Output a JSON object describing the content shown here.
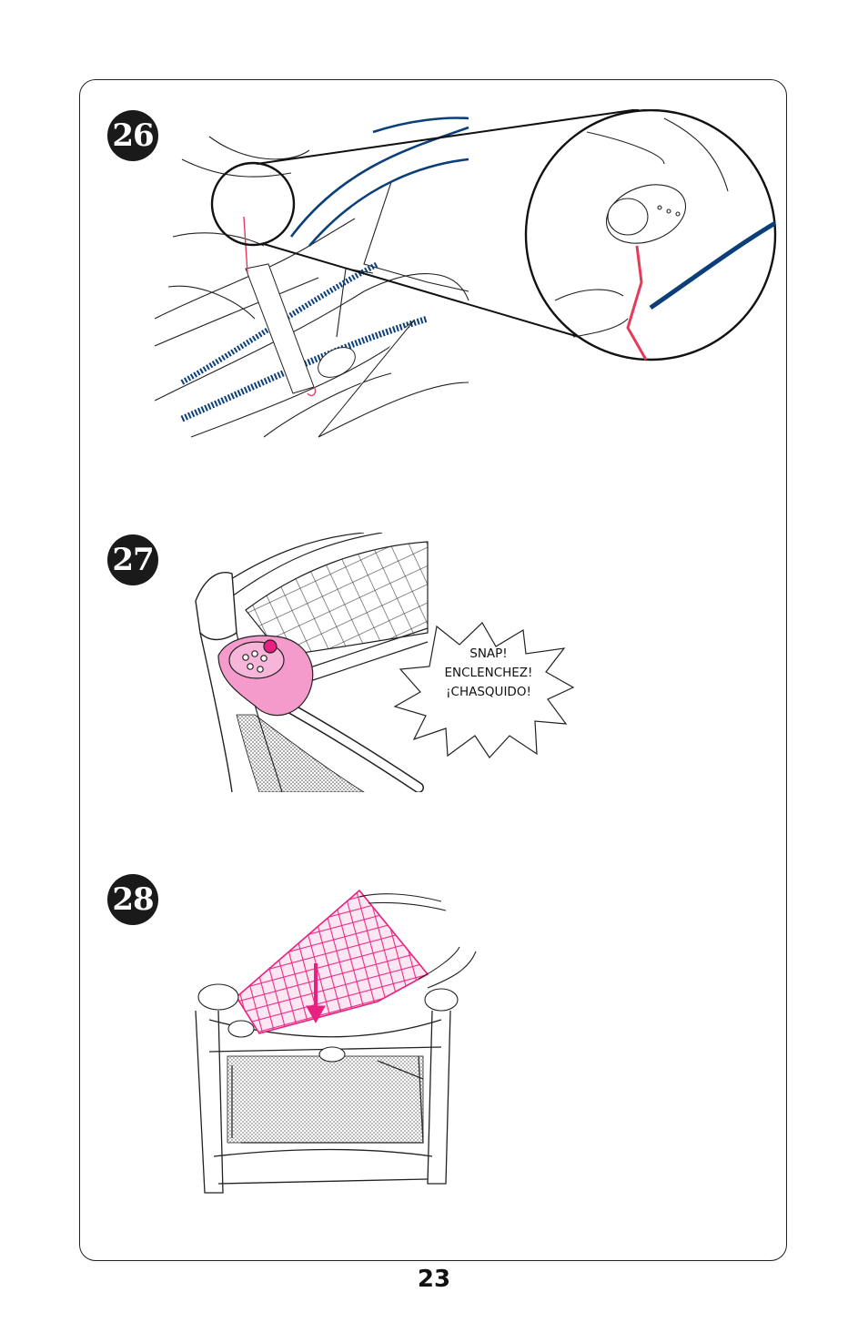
{
  "steps": [
    {
      "number": "26"
    },
    {
      "number": "27"
    },
    {
      "number": "28"
    }
  ],
  "callout": {
    "lines": [
      "SNAP!",
      "ENCLENCHEZ!",
      "¡CHASQUIDO!"
    ]
  },
  "page": {
    "number": "23"
  },
  "colors": {
    "navy": "#0b3f7a",
    "pink": "#e8207f",
    "red": "#e63a5a",
    "ink": "#1a1a1a"
  }
}
